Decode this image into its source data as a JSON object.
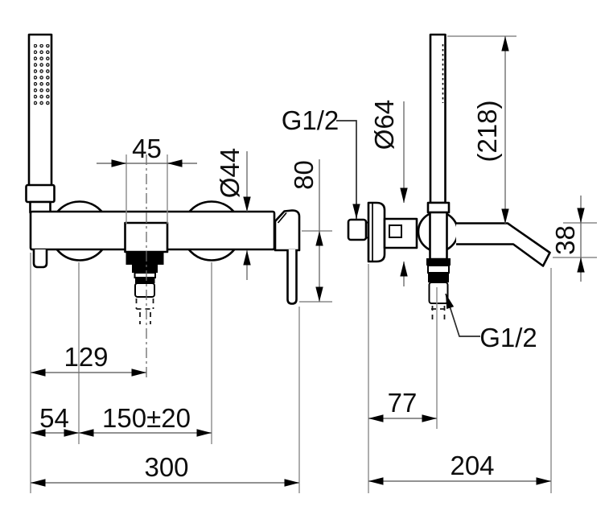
{
  "drawing": {
    "front_view": {
      "dim_spout_escutcheon_width": "45",
      "dim_body_diameter": "Ø44",
      "dim_lever_drop": "80",
      "dim_left_edge_to_spout_axis": "129",
      "dim_left_edge_to_inlet_axis": "54",
      "dim_inlet_centers": "150±20",
      "dim_overall_width": "300"
    },
    "side_view": {
      "thread_wall_inlet": "G1/2",
      "dim_escutcheon_diameter": "Ø64",
      "dim_handshower_length": "(218)",
      "dim_spout_drop": "38",
      "thread_shower_outlet": "G1/2",
      "dim_wall_to_outlet_axis": "77",
      "dim_overall_projection": "204"
    }
  }
}
